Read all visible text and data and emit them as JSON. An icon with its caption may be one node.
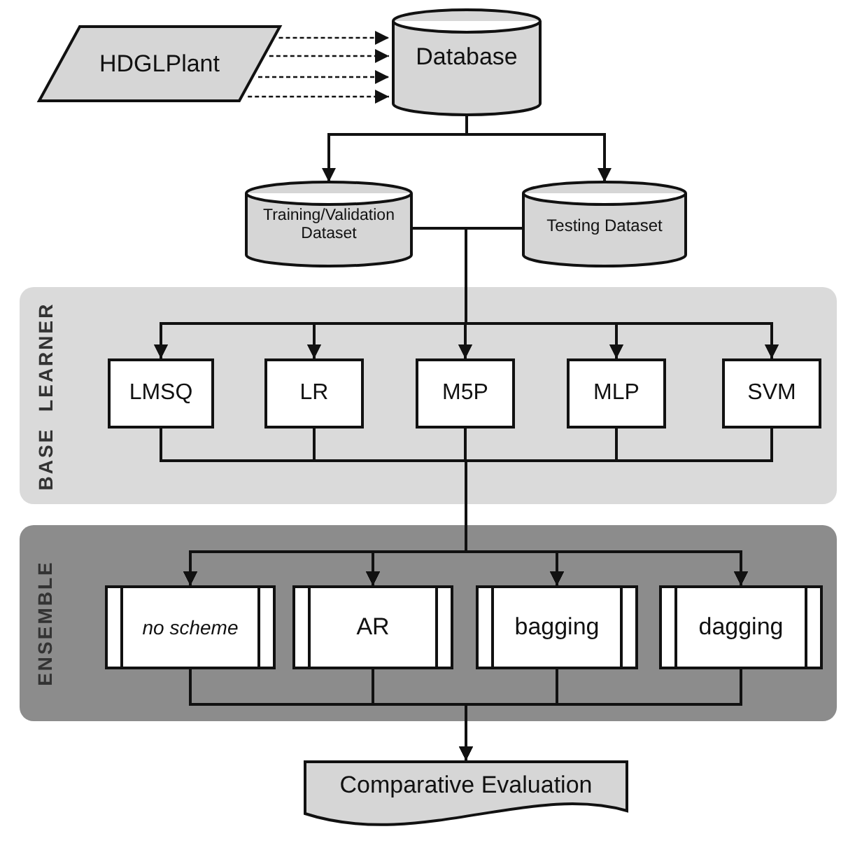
{
  "diagram": {
    "nodes": [
      {
        "text": [
          "HDGLPlant"
        ]
      },
      {
        "text": [
          "Database"
        ]
      },
      {
        "text": [
          "Training/Validation Dataset"
        ]
      },
      {
        "text": [
          "Testing Dataset"
        ]
      },
      {
        "text": [
          "BASE LEARNER"
        ]
      },
      {
        "text": [
          "LMSQ"
        ],
        "in": 4
      },
      {
        "text": [
          "LR"
        ],
        "in": 4
      },
      {
        "text": [
          "M5P"
        ],
        "in": 4
      },
      {
        "text": [
          "MLP"
        ],
        "in": 4
      },
      {
        "text": [
          "SVM"
        ],
        "in": 4
      },
      {
        "text": [
          "ENSEMBLE"
        ]
      },
      {
        "text": [
          "no scheme"
        ],
        "in": 10
      },
      {
        "text": [
          "AR"
        ],
        "in": 10
      },
      {
        "text": [
          "bagging"
        ],
        "in": 10
      },
      {
        "text": [
          "dagging"
        ],
        "in": 10
      },
      {
        "text": [
          "Comparative Evaluation"
        ]
      }
    ],
    "edges": [
      {
        "from": 0,
        "to": 1,
        "arrow": "to",
        "style": "dashed"
      },
      {
        "from": 0,
        "to": 1,
        "arrow": "to",
        "style": "dashed"
      },
      {
        "from": 0,
        "to": 1,
        "arrow": "to",
        "style": "dashed"
      },
      {
        "from": 0,
        "to": 1,
        "arrow": "to",
        "style": "dashed"
      },
      {
        "from": 1,
        "to": 2,
        "arrow": "to"
      },
      {
        "from": 1,
        "to": 3,
        "arrow": "to"
      },
      {
        "from": 2,
        "to": 5,
        "arrow": "to"
      },
      {
        "from": 2,
        "to": 6,
        "arrow": "to"
      },
      {
        "from": 2,
        "to": 7,
        "arrow": "to"
      },
      {
        "from": 2,
        "to": 8,
        "arrow": "to"
      },
      {
        "from": 2,
        "to": 9,
        "arrow": "to"
      },
      {
        "from": 3,
        "to": 5,
        "arrow": "to"
      },
      {
        "from": 3,
        "to": 6,
        "arrow": "to"
      },
      {
        "from": 3,
        "to": 7,
        "arrow": "to"
      },
      {
        "from": 3,
        "to": 8,
        "arrow": "to"
      },
      {
        "from": 3,
        "to": 9,
        "arrow": "to"
      },
      {
        "from": 5,
        "to": 11,
        "arrow": "to"
      },
      {
        "from": 5,
        "to": 12,
        "arrow": "to"
      },
      {
        "from": 5,
        "to": 13,
        "arrow": "to"
      },
      {
        "from": 5,
        "to": 14,
        "arrow": "to"
      },
      {
        "from": 6,
        "to": 11,
        "arrow": "to"
      },
      {
        "from": 6,
        "to": 12,
        "arrow": "to"
      },
      {
        "from": 6,
        "to": 13,
        "arrow": "to"
      },
      {
        "from": 6,
        "to": 14,
        "arrow": "to"
      },
      {
        "from": 7,
        "to": 11,
        "arrow": "to"
      },
      {
        "from": 7,
        "to": 12,
        "arrow": "to"
      },
      {
        "from": 7,
        "to": 13,
        "arrow": "to"
      },
      {
        "from": 7,
        "to": 14,
        "arrow": "to"
      },
      {
        "from": 8,
        "to": 11,
        "arrow": "to"
      },
      {
        "from": 8,
        "to": 12,
        "arrow": "to"
      },
      {
        "from": 8,
        "to": 13,
        "arrow": "to"
      },
      {
        "from": 8,
        "to": 14,
        "arrow": "to"
      },
      {
        "from": 9,
        "to": 11,
        "arrow": "to"
      },
      {
        "from": 9,
        "to": 12,
        "arrow": "to"
      },
      {
        "from": 9,
        "to": 13,
        "arrow": "to"
      },
      {
        "from": 9,
        "to": 14,
        "arrow": "to"
      },
      {
        "from": 11,
        "to": 15,
        "arrow": "to"
      },
      {
        "from": 12,
        "to": 15,
        "arrow": "to"
      },
      {
        "from": 13,
        "to": 15,
        "arrow": "to"
      },
      {
        "from": 14,
        "to": 15,
        "arrow": "to"
      }
    ]
  }
}
